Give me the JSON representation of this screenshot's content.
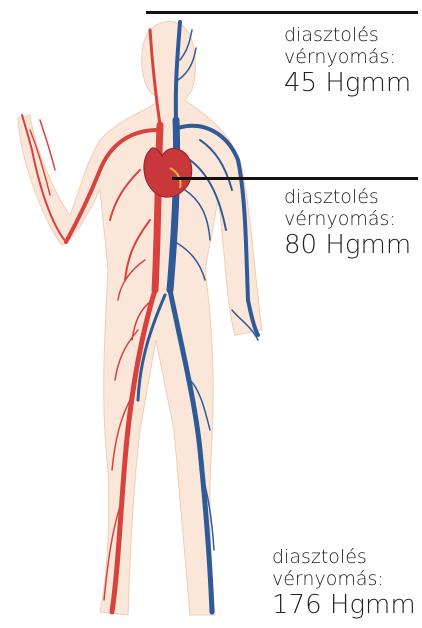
{
  "labels": {
    "top": {
      "line1": "diasztolés",
      "line2": "vérnyomás:",
      "value": "45 Hgmm"
    },
    "middle": {
      "line1": "diasztolés",
      "line2": "vérnyomás:",
      "value": "80 Hgmm"
    },
    "bottom": {
      "line1": "diasztolés",
      "line2": "vérnyomás:",
      "value": "176 Hgmm"
    }
  },
  "colors": {
    "artery": "#d8423e",
    "vein": "#2f5a98",
    "heart": "#c8383a",
    "skin": "#f3c9a6",
    "pointer_line": "#111111",
    "text": "#222222"
  }
}
